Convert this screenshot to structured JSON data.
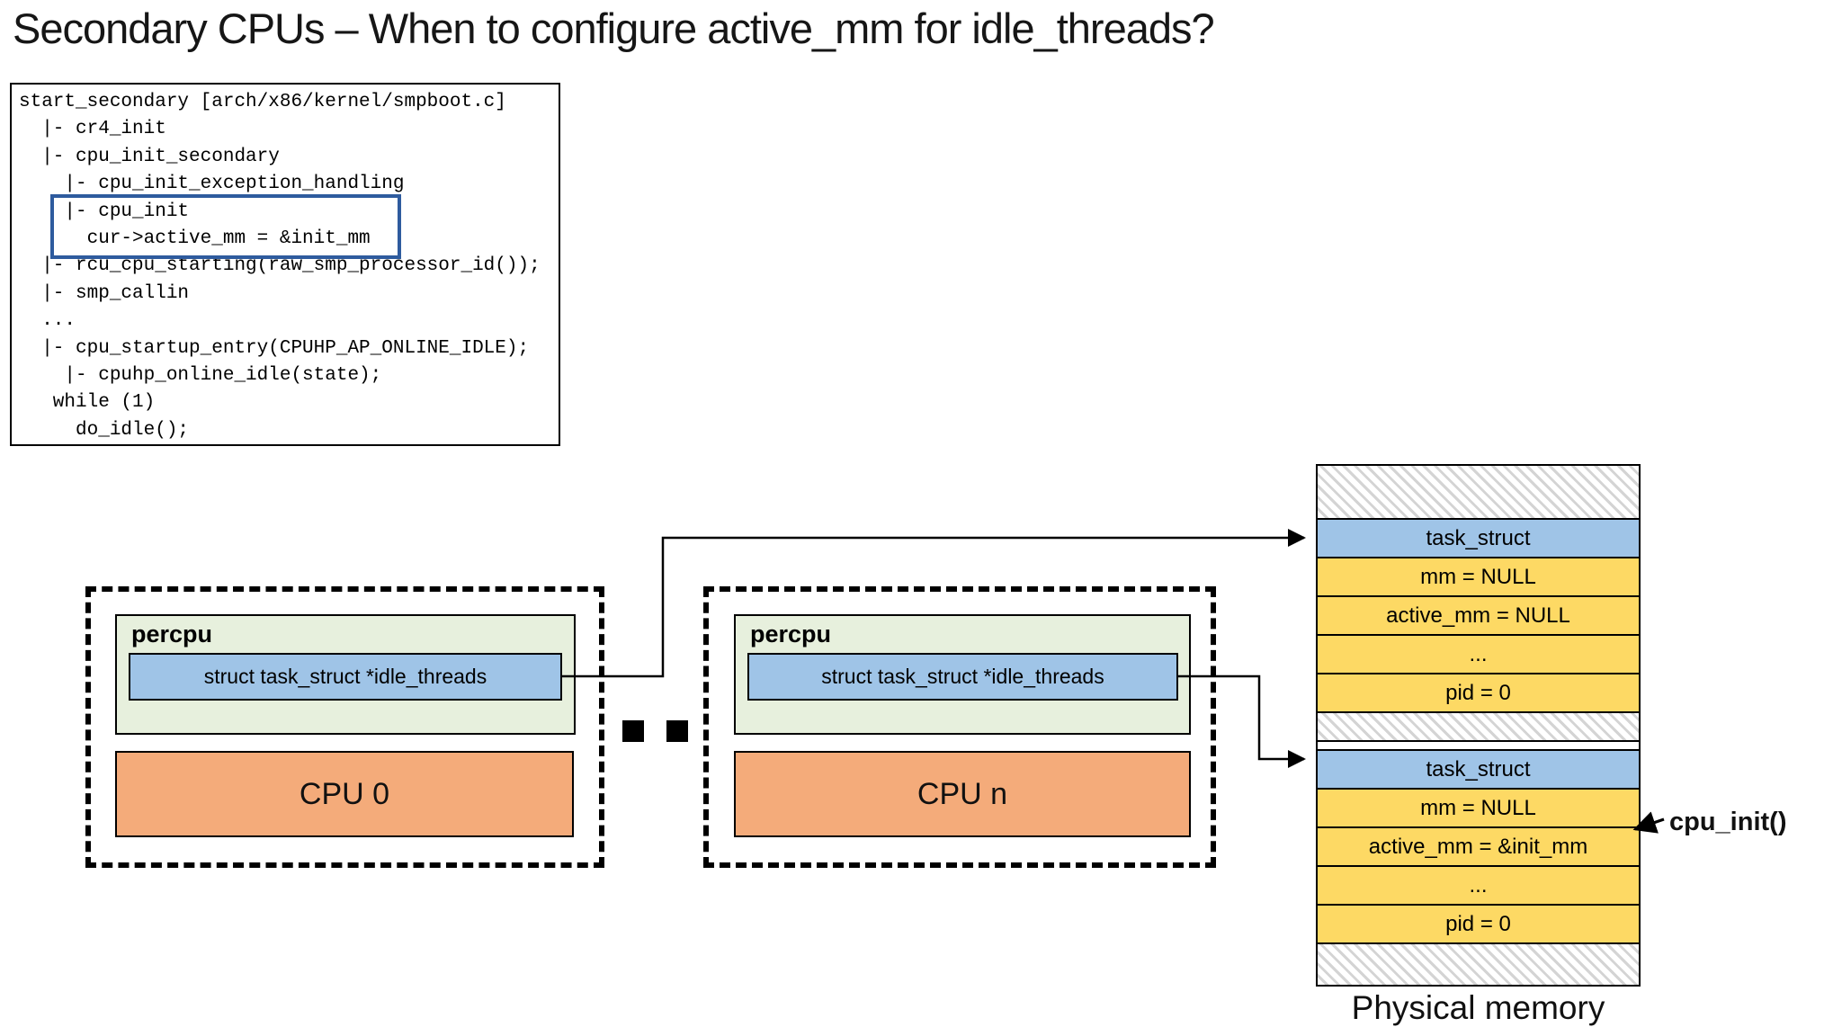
{
  "title": "Secondary CPUs – When to configure active_mm for idle_threads?",
  "call_tree": {
    "lines": [
      "start_secondary [arch/x86/kernel/smpboot.c]",
      "  |- cr4_init",
      "  |- cpu_init_secondary",
      "    |- cpu_init_exception_handling",
      "    |- cpu_init",
      "      cur->active_mm = &init_mm",
      "  |- rcu_cpu_starting(raw_smp_processor_id());",
      "  |- smp_callin",
      "  ...",
      "  |- cpu_startup_entry(CPUHP_AP_ONLINE_IDLE);",
      "    |- cpuhp_online_idle(state);",
      "   while (1)",
      "     do_idle();"
    ],
    "highlight_lines": [
      4,
      5
    ]
  },
  "cpus": [
    {
      "percpu_label": "percpu",
      "pointer_field": "struct task_struct *idle_threads",
      "cpu_label": "CPU 0"
    },
    {
      "percpu_label": "percpu",
      "pointer_field": "struct task_struct *idle_threads",
      "cpu_label": "CPU n"
    }
  ],
  "memory": {
    "caption": "Physical memory",
    "rows": [
      {
        "type": "hatched",
        "text": ""
      },
      {
        "type": "header",
        "text": "task_struct"
      },
      {
        "type": "field",
        "text": "mm = NULL"
      },
      {
        "type": "field",
        "text": "active_mm = NULL"
      },
      {
        "type": "field",
        "text": "..."
      },
      {
        "type": "field",
        "text": "pid = 0"
      },
      {
        "type": "hatched",
        "text": ""
      },
      {
        "type": "gap",
        "text": ""
      },
      {
        "type": "header",
        "text": "task_struct"
      },
      {
        "type": "field",
        "text": "mm = NULL"
      },
      {
        "type": "field",
        "text": "active_mm = &init_mm"
      },
      {
        "type": "field",
        "text": "..."
      },
      {
        "type": "field",
        "text": "pid = 0"
      },
      {
        "type": "hatched",
        "text": ""
      }
    ]
  },
  "annotation": {
    "label": "cpu_init()"
  },
  "colors": {
    "highlight_border": "#2e5b9e",
    "percpu_bg": "#e7f0dd",
    "pointer_bg": "#9fc4e7",
    "cpu_bg": "#f4ab7a",
    "mem_header_bg": "#9fc4e7",
    "mem_field_bg": "#fdd964"
  }
}
